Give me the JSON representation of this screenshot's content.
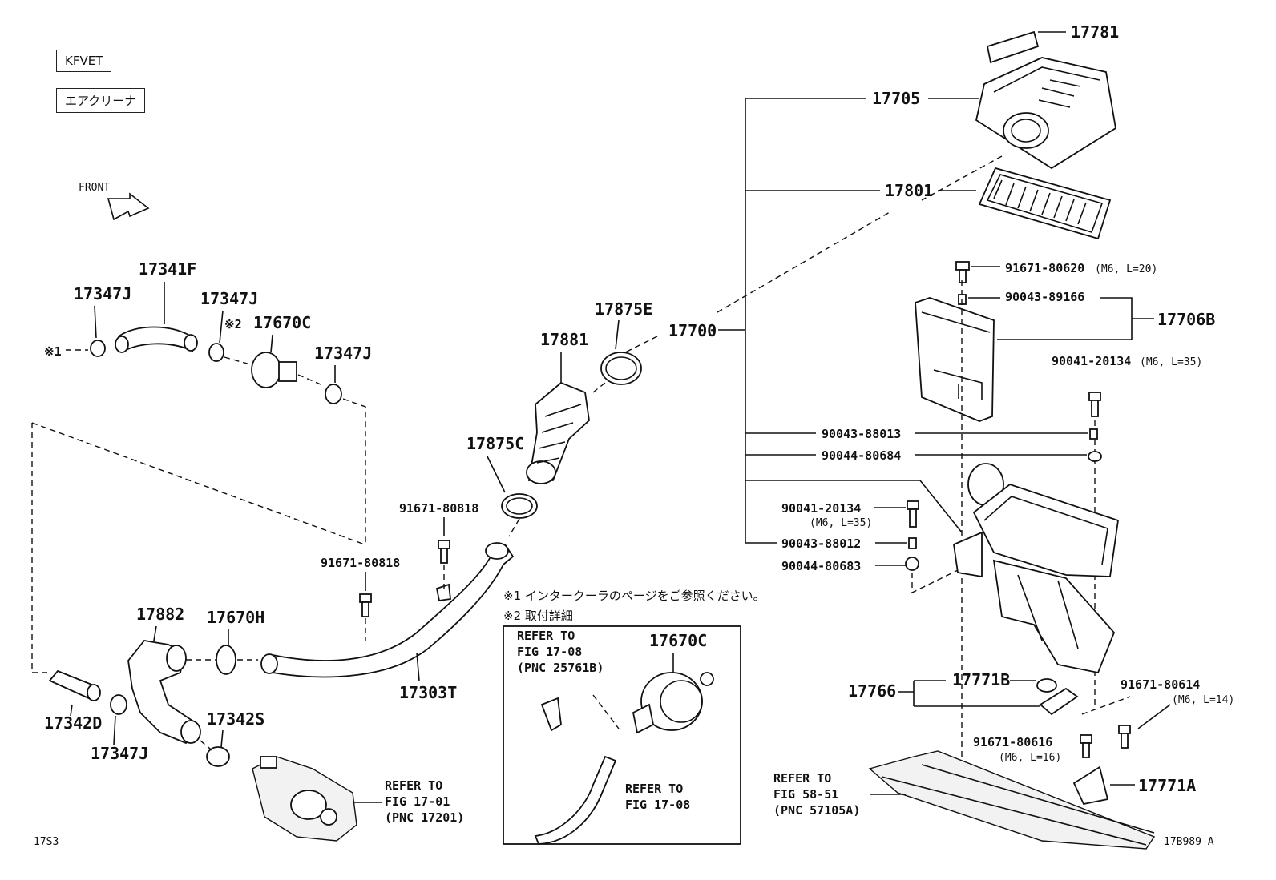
{
  "tags": [
    "KFVET",
    "エアクリーナ"
  ],
  "front_label": "FRONT",
  "marks": {
    "m1": "※1",
    "m2": "※2"
  },
  "notes": {
    "note1": "※1 インタークーラのページをご参照ください。",
    "note2": "※2 取付詳細"
  },
  "part_numbers": {
    "p17781": "17781",
    "p17705": "17705",
    "p17801": "17801",
    "p17700": "17700",
    "p91671_80620": "91671-80620",
    "p91671_80620_spec": "(M6, L=20)",
    "p90043_89166": "90043-89166",
    "p17706B": "17706B",
    "p90041_20134_r": "90041-20134",
    "p90041_20134_r_spec": "(M6, L=35)",
    "p90043_88013": "90043-88013",
    "p90044_80684": "90044-80684",
    "p90041_20134_l": "90041-20134",
    "p90041_20134_l_spec": "(M6, L=35)",
    "p90043_88012": "90043-88012",
    "p90044_80683": "90044-80683",
    "p17341F": "17341F",
    "p17347J_a": "17347J",
    "p17347J_b": "17347J",
    "p17670C": "17670C",
    "p17347J_c": "17347J",
    "p17881": "17881",
    "p17875E": "17875E",
    "p17875C": "17875C",
    "p91671_80818_a": "91671-80818",
    "p91671_80818_b": "91671-80818",
    "p17882": "17882",
    "p17670H": "17670H",
    "p17303T": "17303T",
    "p17342D": "17342D",
    "p17347J_d": "17347J",
    "p17342S": "17342S",
    "p17766": "17766",
    "p17771B": "17771B",
    "p91671_80614": "91671-80614",
    "p91671_80614_spec": "(M6, L=14)",
    "p91671_80616": "91671-80616",
    "p91671_80616_spec": "(M6, L=16)",
    "p17771A": "17771A",
    "p17670C_inset": "17670C"
  },
  "refer_blocks": {
    "ref1": [
      "REFER TO",
      "FIG 17-01",
      "(PNC 17201)"
    ],
    "ref2": [
      "REFER TO",
      "FIG 17-08",
      "(PNC 25761B)"
    ],
    "ref3": [
      "REFER TO",
      "FIG 17-08"
    ],
    "ref4": [
      "REFER TO",
      "FIG 58-51",
      "(PNC 57105A)"
    ]
  },
  "footer": {
    "left": "17S3",
    "right": "17B989-A"
  }
}
